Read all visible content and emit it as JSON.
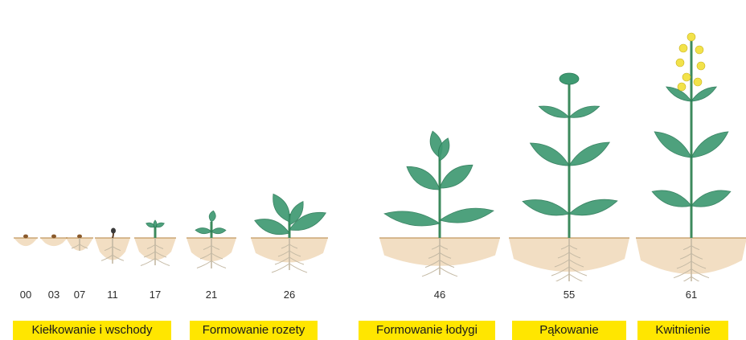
{
  "colors": {
    "highlight": "#ffe600",
    "leaf": "#3f9a72",
    "leaf_dark": "#2a7a57",
    "stem": "#3c8a5c",
    "soil": "#e2b57a",
    "root": "#c4b9a4",
    "flower": "#f2e24a"
  },
  "stages": [
    {
      "code": "00",
      "plant": "seed"
    },
    {
      "code": "03",
      "plant": "seed"
    },
    {
      "code": "07",
      "plant": "sprout"
    },
    {
      "code": "11",
      "plant": "emergence"
    },
    {
      "code": "17",
      "plant": "cotyledons"
    },
    {
      "code": "21",
      "plant": "young-rosette"
    },
    {
      "code": "26",
      "plant": "rosette"
    },
    {
      "code": "46",
      "plant": "stem-elongation"
    },
    {
      "code": "55",
      "plant": "budding"
    },
    {
      "code": "61",
      "plant": "flowering"
    }
  ],
  "phases": [
    "Kiełkowanie i wschody",
    "Formowanie rozety",
    "Formowanie łodygi",
    "Pąkowanie",
    "Kwitnienie"
  ]
}
